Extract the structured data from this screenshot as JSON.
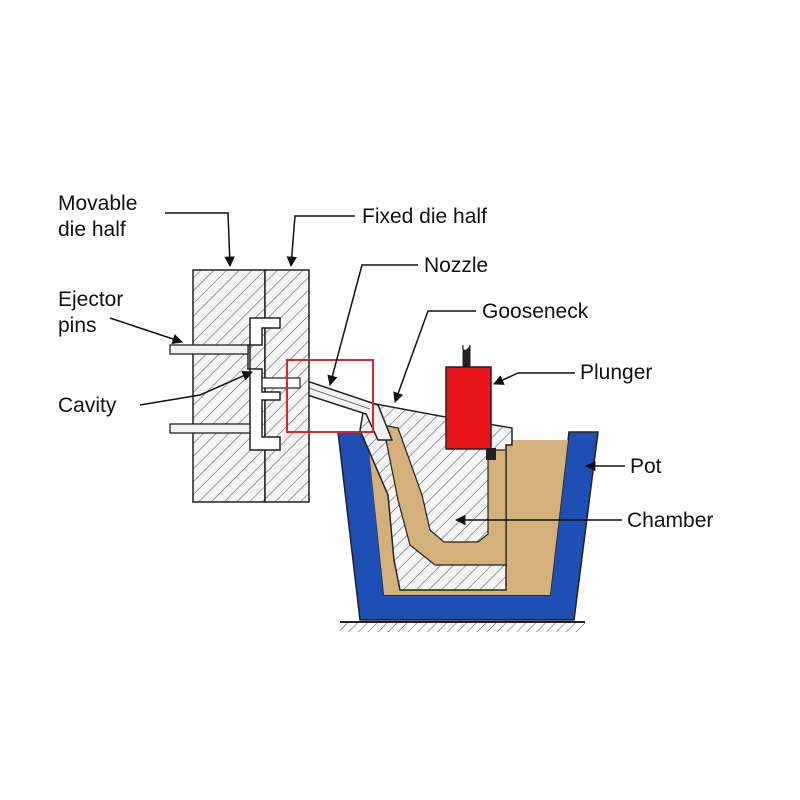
{
  "labels": {
    "movable_die_half": [
      "Movable",
      "die half"
    ],
    "fixed_die_half": "Fixed die half",
    "nozzle": "Nozzle",
    "gooseneck": "Gooseneck",
    "ejector_pins": [
      "Ejector",
      "pins"
    ],
    "plunger": "Plunger",
    "cavity": "Cavity",
    "pot": "Pot",
    "chamber": "Chamber"
  },
  "colors": {
    "pot": "#1e4fb4",
    "molten_metal": "#d4b07a",
    "plunger": "#e8151b",
    "highlight_box": "#e0242a",
    "outline": "#222222",
    "die_fill": "#f4f4f4"
  }
}
